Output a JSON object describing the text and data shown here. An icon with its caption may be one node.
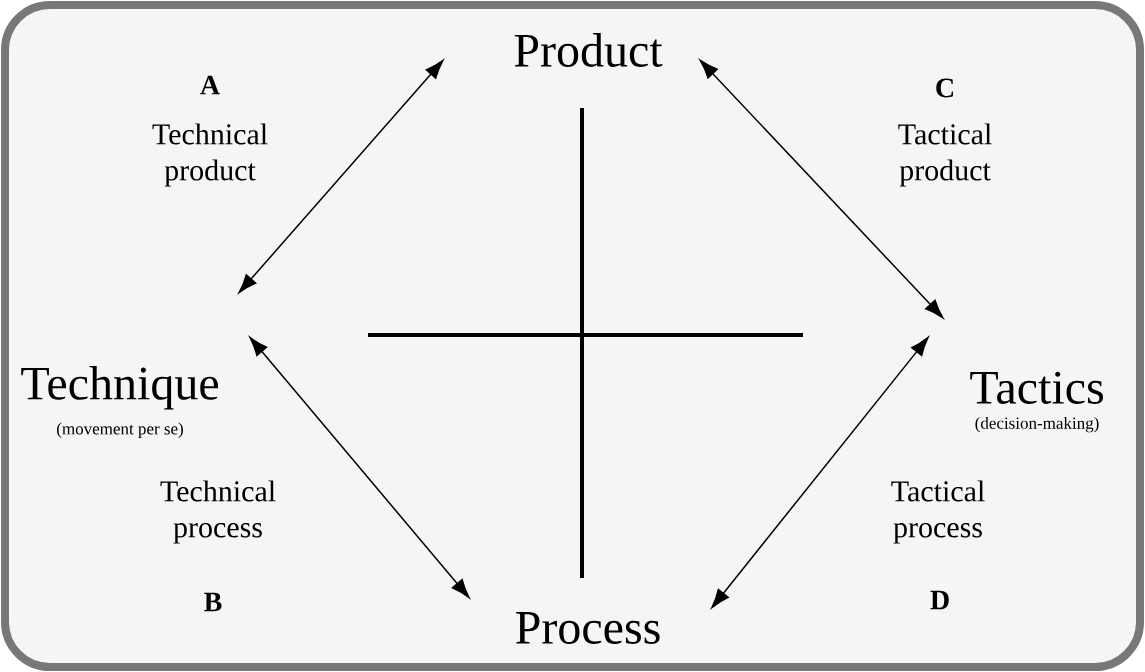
{
  "diagram": {
    "nodes": [
      {
        "text": [
          "Product"
        ]
      },
      {
        "text": [
          "Technique",
          "(movement per se)"
        ]
      },
      {
        "text": [
          "Tactics",
          "(decision-making)"
        ]
      },
      {
        "text": [
          "Process"
        ]
      }
    ],
    "edges": [
      {
        "from": 0,
        "to": 1,
        "arrow": "both"
      },
      {
        "from": 0,
        "to": 2,
        "arrow": "both"
      },
      {
        "from": 1,
        "to": 3,
        "arrow": "both"
      },
      {
        "from": 2,
        "to": 3,
        "arrow": "both"
      }
    ],
    "labels": [
      "A",
      "C",
      "Technical product",
      "Tactical product",
      "Technical process",
      "Tactical process",
      "B",
      "D"
    ]
  }
}
